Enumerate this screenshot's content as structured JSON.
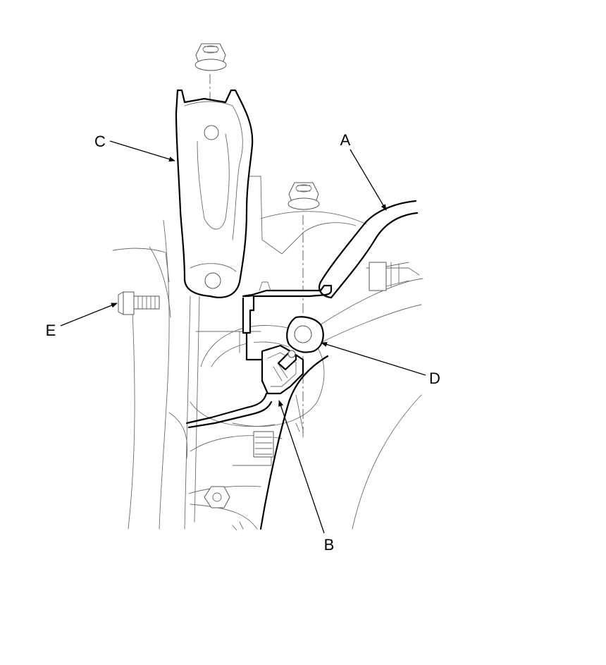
{
  "callouts": {
    "a": "A",
    "b": "B",
    "c": "C",
    "d": "D",
    "e": "E"
  },
  "colors": {
    "line": "#000000",
    "detail": "#6a6a6a",
    "background": "#ffffff"
  }
}
